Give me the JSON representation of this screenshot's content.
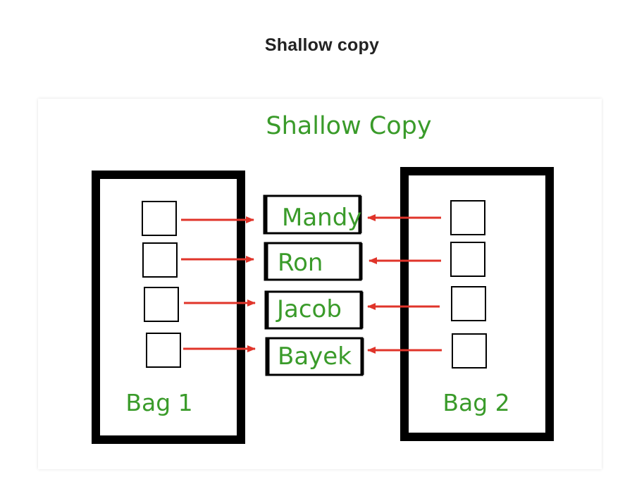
{
  "page": {
    "title": "Shallow copy"
  },
  "diagram": {
    "heading": "Shallow Copy",
    "bag_left_label": "Bag 1",
    "bag_right_label": "Bag 2",
    "values": [
      "Mandy",
      "Ron",
      "Jacob",
      "Bayek"
    ],
    "colors": {
      "text": "#3a9b2a",
      "arrow": "#e0342a",
      "stroke": "#000000"
    }
  }
}
